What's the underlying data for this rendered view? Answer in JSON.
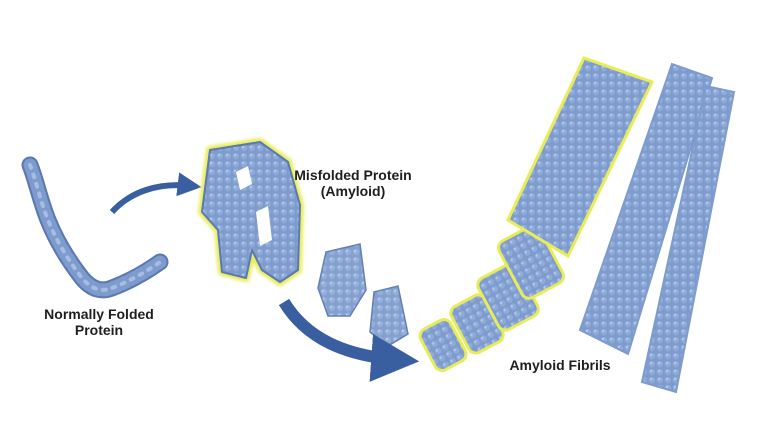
{
  "labels": {
    "normal_line1": "Normally Folded",
    "normal_line2": "Protein",
    "misfolded_line1": "Misfolded Protein",
    "misfolded_line2": "(Amyloid)",
    "fibrils": "Amyloid Fibrils"
  },
  "colors": {
    "protein_fill": "#7e9bcd",
    "protein_dark": "#5b78b0",
    "protein_light": "#a6bde3",
    "amyloid_outline": "#e8ec5a",
    "arrow": "#3a5fa0"
  }
}
